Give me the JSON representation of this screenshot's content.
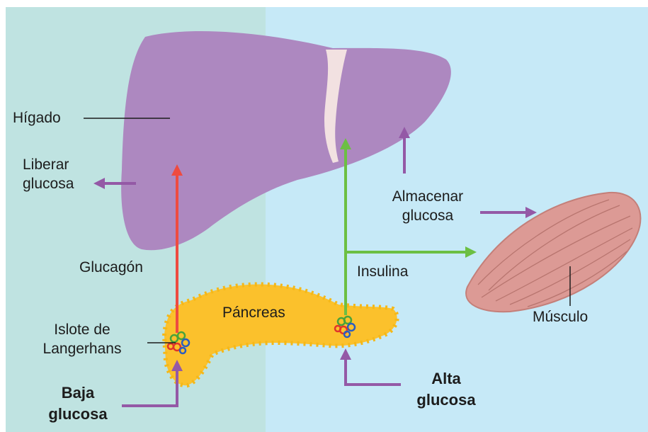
{
  "labels": {
    "liver": "Hígado",
    "release_line1": "Liberar",
    "release_line2": "glucosa",
    "store_line1": "Almacenar",
    "store_line2": "glucosa",
    "glucagon": "Glucagón",
    "insulin": "Insulina",
    "pancreas": "Páncreas",
    "islet_line1": "Islote de",
    "islet_line2": "Langerhans",
    "muscle": "Músculo",
    "low_line1": "Baja",
    "low_line2": "glucosa",
    "high_line1": "Alta",
    "high_line2": "glucosa"
  },
  "colors": {
    "left_panel": "#bfe3e1",
    "right_panel": "#c6e9f7",
    "liver": "#ad88c0",
    "ligament": "#f2e1e1",
    "pancreas": "#fbc12c",
    "muscle": "#dc9a95",
    "glucagon_arrow": "#ee4b40",
    "insulin_arrow": "#6cbf43",
    "glucose_arrow": "#9459a6",
    "text": "#1c1c1c"
  }
}
